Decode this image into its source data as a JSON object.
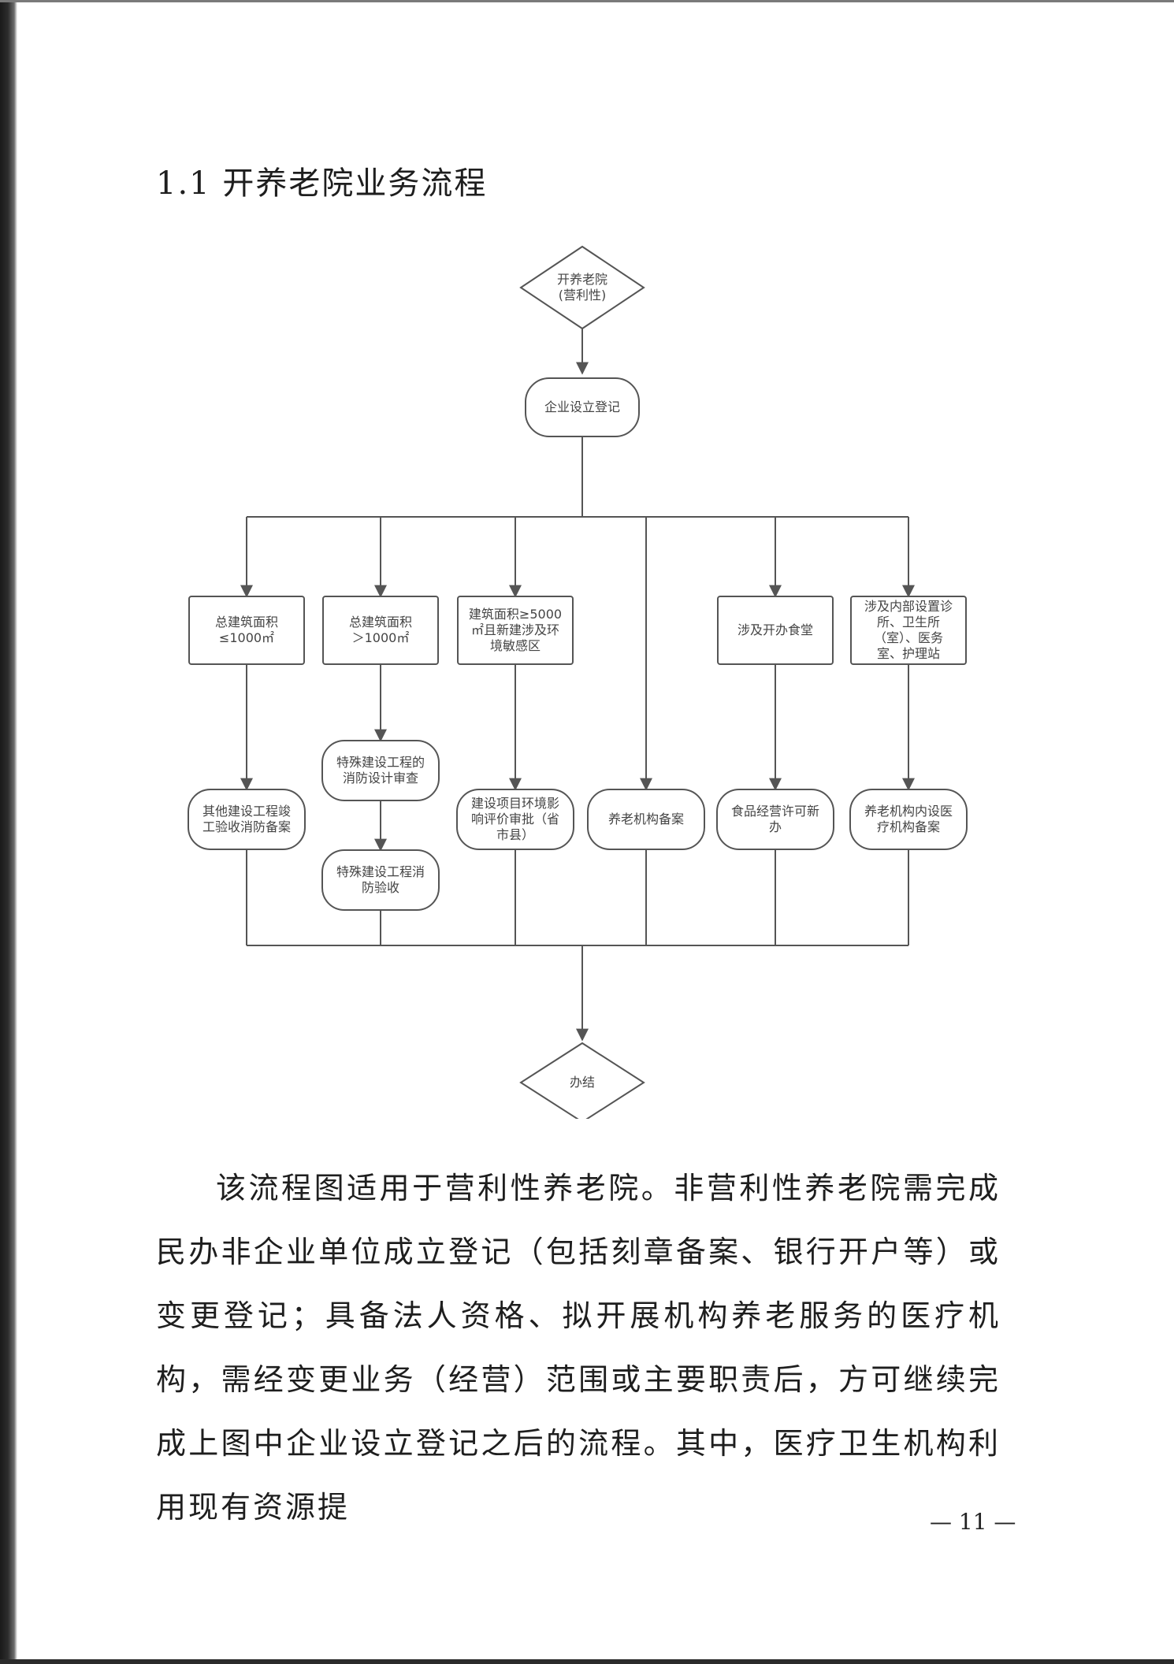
{
  "section_title": "1.1 开养老院业务流程",
  "flowchart": {
    "start": "开养老院\n(营利性)",
    "register": "企业设立登记",
    "branches": [
      {
        "condition": "总建筑面积\n≤1000㎡",
        "steps": [
          "其他建设工程竣\n工验收消防备案"
        ]
      },
      {
        "condition": "总建筑面积\n＞1000㎡",
        "steps": [
          "特殊建设工程的\n消防设计审查",
          "特殊建设工程消\n防验收"
        ]
      },
      {
        "condition": "建筑面积≥5000\n㎡且新建涉及环\n境敏感区",
        "steps": [
          "建设项目环境影\n响评价审批（省\n市县）"
        ]
      },
      {
        "condition": "",
        "steps": [
          "养老机构备案"
        ]
      },
      {
        "condition": "涉及开办食堂",
        "steps": [
          "食品经营许可新\n办"
        ]
      },
      {
        "condition": "涉及内部设置诊\n所、卫生所\n（室）、医务\n室、护理站",
        "steps": [
          "养老机构内设医\n疗机构备案"
        ]
      }
    ],
    "end": "办结"
  },
  "paragraph": "该流程图适用于营利性养老院。非营利性养老院需完成民办非企业单位成立登记（包括刻章备案、银行开户等）或变更登记；具备法人资格、拟开展机构养老服务的医疗机构，需经变更业务（经营）范围或主要职责后，方可继续完成上图中企业设立登记之后的流程。其中，医疗卫生机构利用现有资源提",
  "page_number": "— 11 —",
  "colors": {
    "line": "#555555",
    "text": "#222222",
    "node_text": "#444444"
  }
}
